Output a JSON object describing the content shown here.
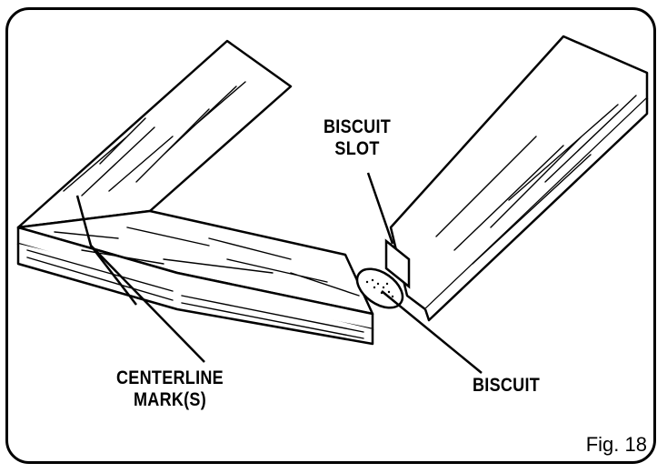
{
  "labels": {
    "biscuit_slot_line1": "BISCUIT",
    "biscuit_slot_line2": "SLOT",
    "centerline_line1": "CENTERLINE",
    "centerline_line2": "MARK(S)",
    "biscuit": "BISCUIT"
  },
  "figure_caption": "Fig. 18",
  "colors": {
    "ink": "#000000",
    "paper": "#ffffff"
  }
}
